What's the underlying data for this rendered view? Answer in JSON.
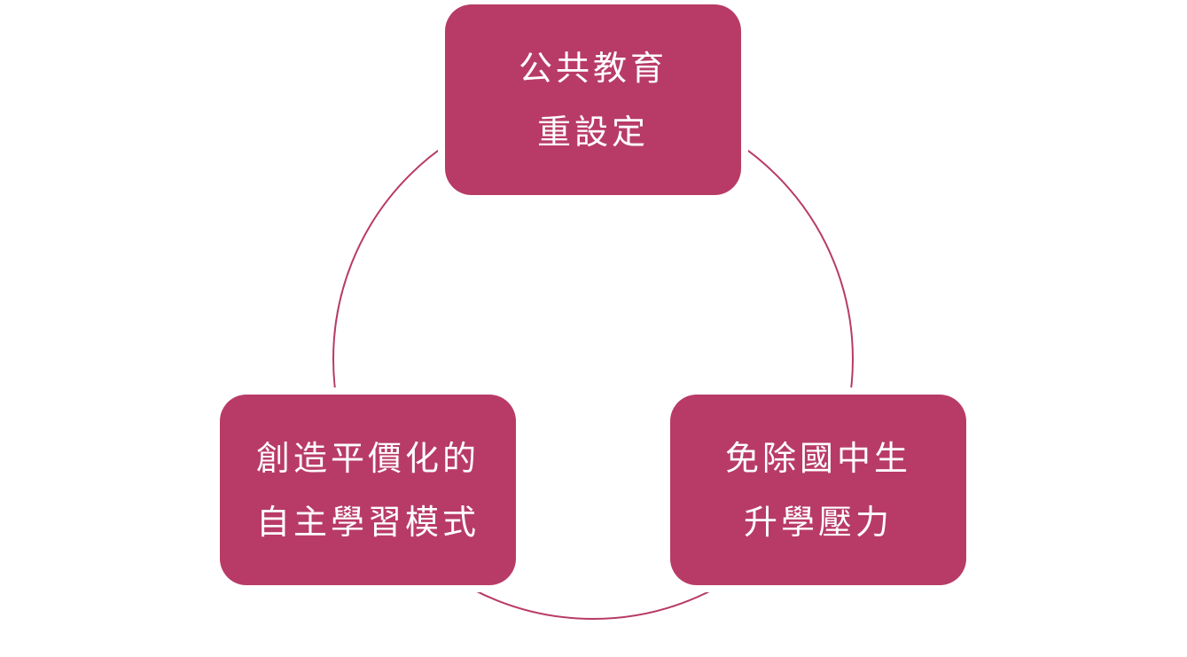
{
  "colors": {
    "accent": "#b83b67",
    "ring": "#b83b67"
  },
  "nodes": [
    {
      "lines": [
        "公共教育",
        "重設定"
      ]
    },
    {
      "lines": [
        "免除國中生",
        "升學壓力"
      ]
    },
    {
      "lines": [
        "創造平價化的",
        "自主學習模式"
      ]
    }
  ]
}
